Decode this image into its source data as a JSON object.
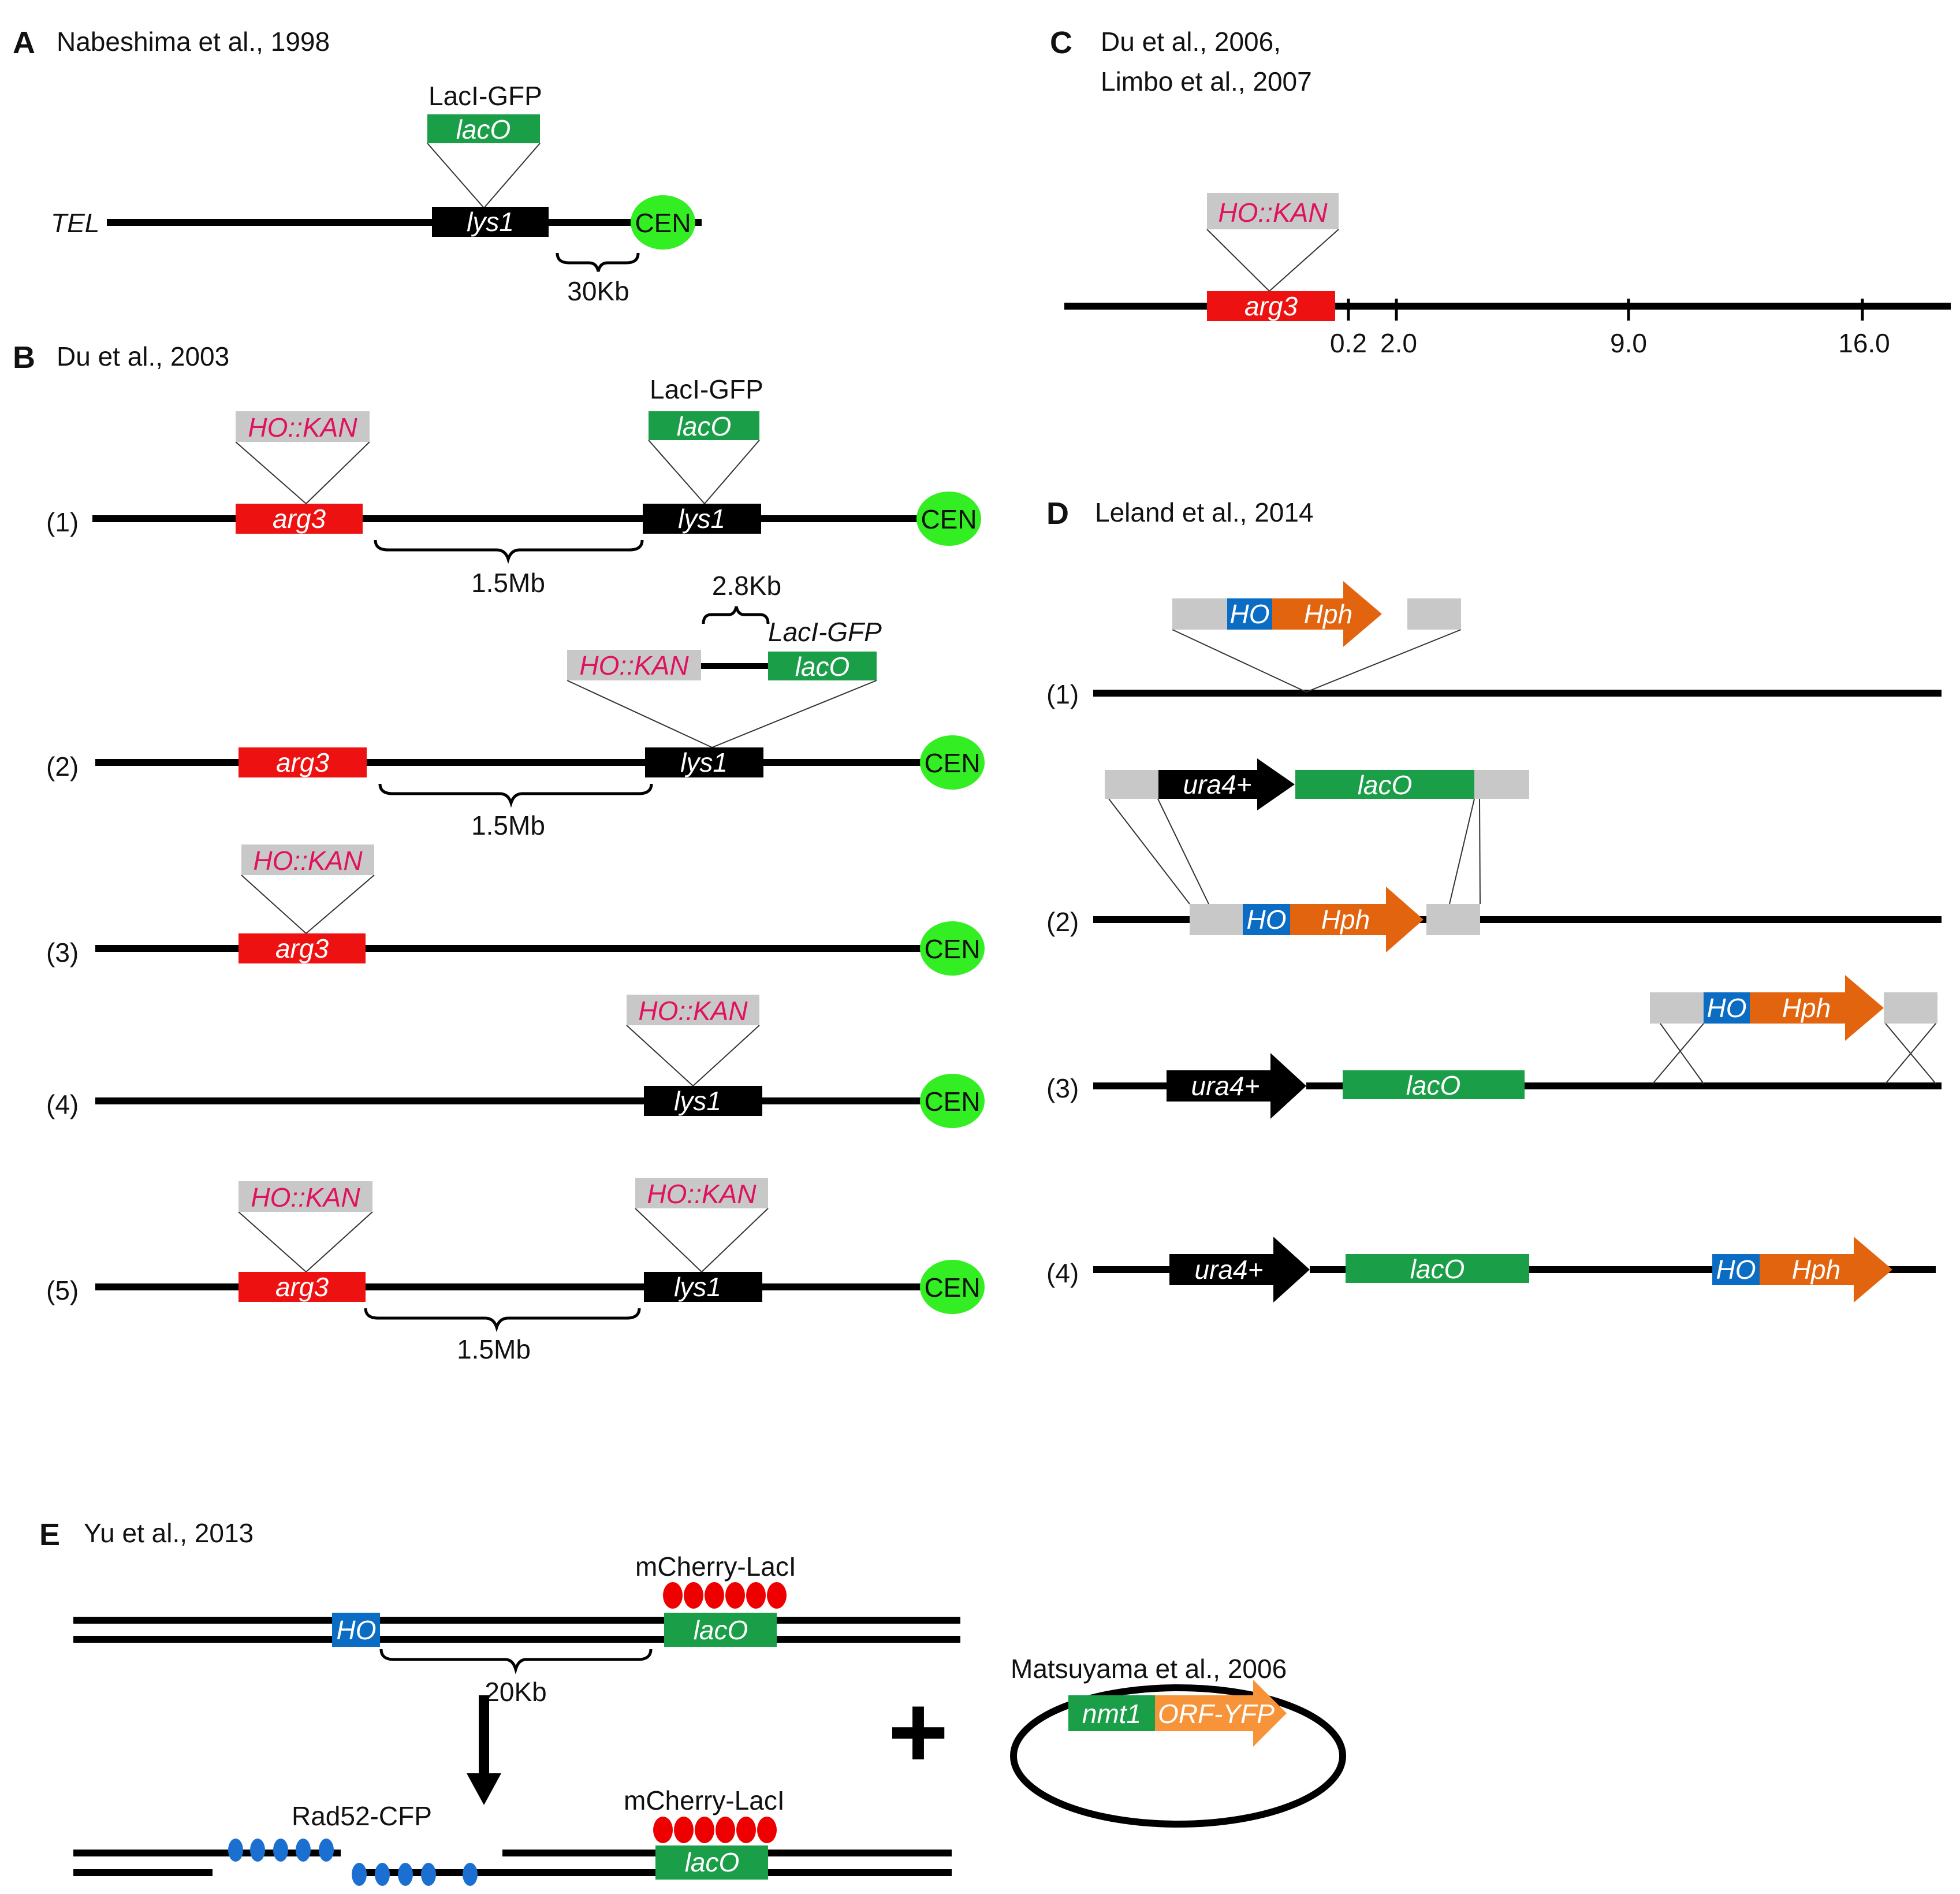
{
  "colors": {
    "red": "#ee1111",
    "green": "#1a9e48",
    "black": "#000000",
    "gray": "#c8c8c8",
    "blue": "#0a6cc2",
    "orange": "#e2640f",
    "cen": "#33ee22",
    "pink": "#e0115f",
    "lightorange": "#f7943a"
  },
  "panelA": {
    "letter": "A",
    "citation": "Nabeshima et al., 1998",
    "tel": "TEL",
    "laci": "LacI-GFP",
    "laco": "lacO",
    "lys1": "lys1",
    "cen": "CEN",
    "dist": "30Kb"
  },
  "panelB": {
    "letter": "B",
    "citation": "Du et al., 2003",
    "rows": [
      "(1)",
      "(2)",
      "(3)",
      "(4)",
      "(5)"
    ],
    "hokan": "HO::KAN",
    "arg3": "arg3",
    "lys1": "lys1",
    "cen": "CEN",
    "laci": "LacI-GFP",
    "laci_it": "LacI-GFP",
    "laco": "lacO",
    "dist15": "1.5Mb",
    "dist28": "2.8Kb"
  },
  "panelC": {
    "letter": "C",
    "citation1": "Du et al., 2006,",
    "citation2": "Limbo et al., 2007",
    "hokan": "HO::KAN",
    "arg3": "arg3",
    "ticks": [
      "0.2",
      "2.0",
      "9.0",
      "16.0"
    ]
  },
  "panelD": {
    "letter": "D",
    "citation": "Leland et al., 2014",
    "rows": [
      "(1)",
      "(2)",
      "(3)",
      "(4)"
    ],
    "ho": "HO",
    "hph": "Hph",
    "ura4": "ura4+",
    "laco": "lacO"
  },
  "panelE": {
    "letter": "E",
    "citation": "Yu et al., 2013",
    "mcherry": "mCherry-LacI",
    "ho": "HO",
    "laco": "lacO",
    "dist": "20Kb",
    "rad52": "Rad52-CFP",
    "plus": "+",
    "matsu": "Matsuyama et al., 2006",
    "nmt1": "nmt1",
    "orf": "ORF-YFP"
  }
}
